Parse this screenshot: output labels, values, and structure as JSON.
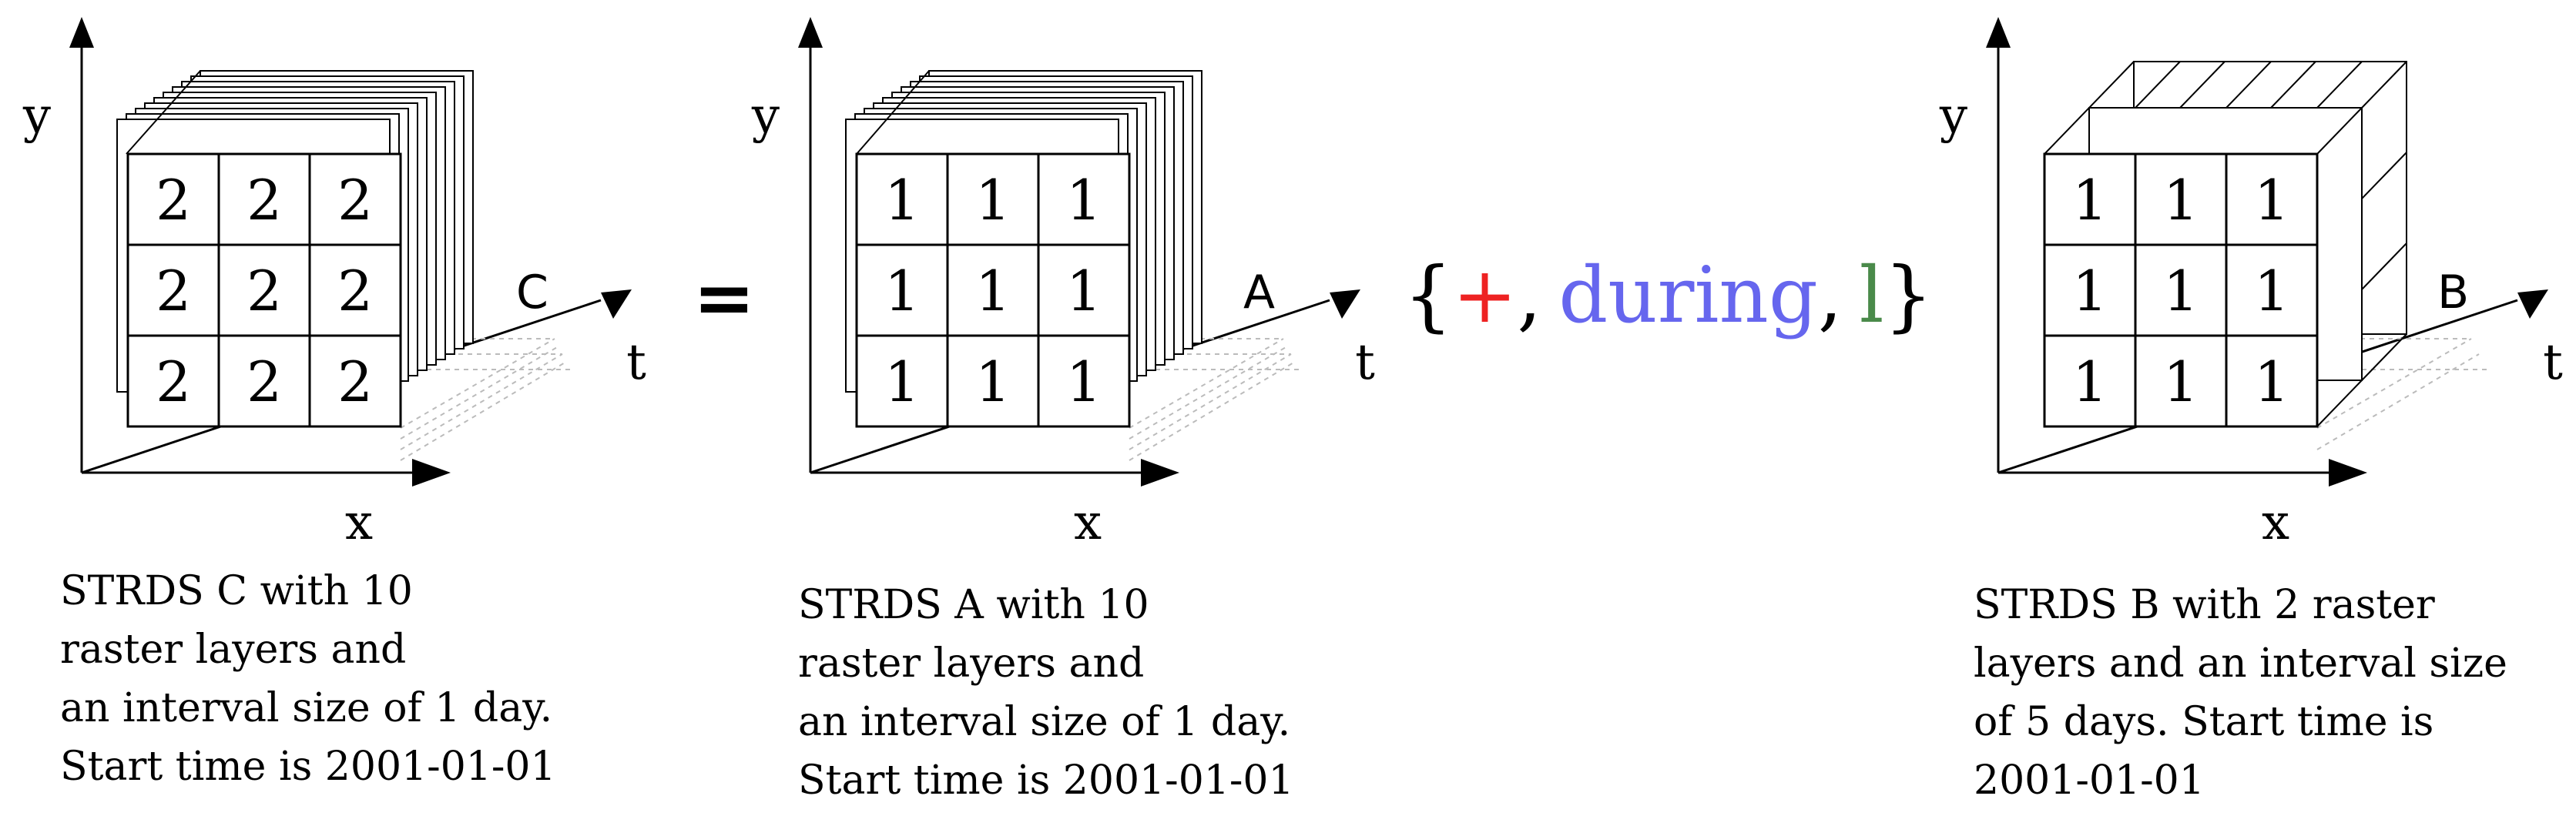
{
  "axes": {
    "x": "x",
    "y": "y",
    "t": "t"
  },
  "equals": "=",
  "operator": {
    "open": "{",
    "op": "+",
    "sep1": ",",
    "relation": "during",
    "sep2": ",",
    "flag": "l",
    "close": "}",
    "colors": {
      "op": "#ee2222",
      "relation": "#6666ee",
      "flag": "#4a8a4a"
    }
  },
  "cubes": [
    {
      "name": "C",
      "cells": [
        [
          "2",
          "2",
          "2"
        ],
        [
          "2",
          "2",
          "2"
        ],
        [
          "2",
          "2",
          "2"
        ]
      ],
      "caption": [
        "STRDS C with 10",
        "raster layers and",
        "an interval size of 1 day.",
        "Start time is 2001-01-01"
      ]
    },
    {
      "name": "A",
      "cells": [
        [
          "1",
          "1",
          "1"
        ],
        [
          "1",
          "1",
          "1"
        ],
        [
          "1",
          "1",
          "1"
        ]
      ],
      "caption": [
        "STRDS A with 10",
        "raster layers and",
        "an interval size of 1 day.",
        "Start time is 2001-01-01"
      ]
    },
    {
      "name": "B",
      "cells": [
        [
          "1",
          "1",
          "1"
        ],
        [
          "1",
          "1",
          "1"
        ],
        [
          "1",
          "1",
          "1"
        ]
      ],
      "caption": [
        "STRDS B with 2 raster",
        "layers and an interval size",
        "of 5 days. Start time is",
        "2001-01-01"
      ]
    }
  ]
}
